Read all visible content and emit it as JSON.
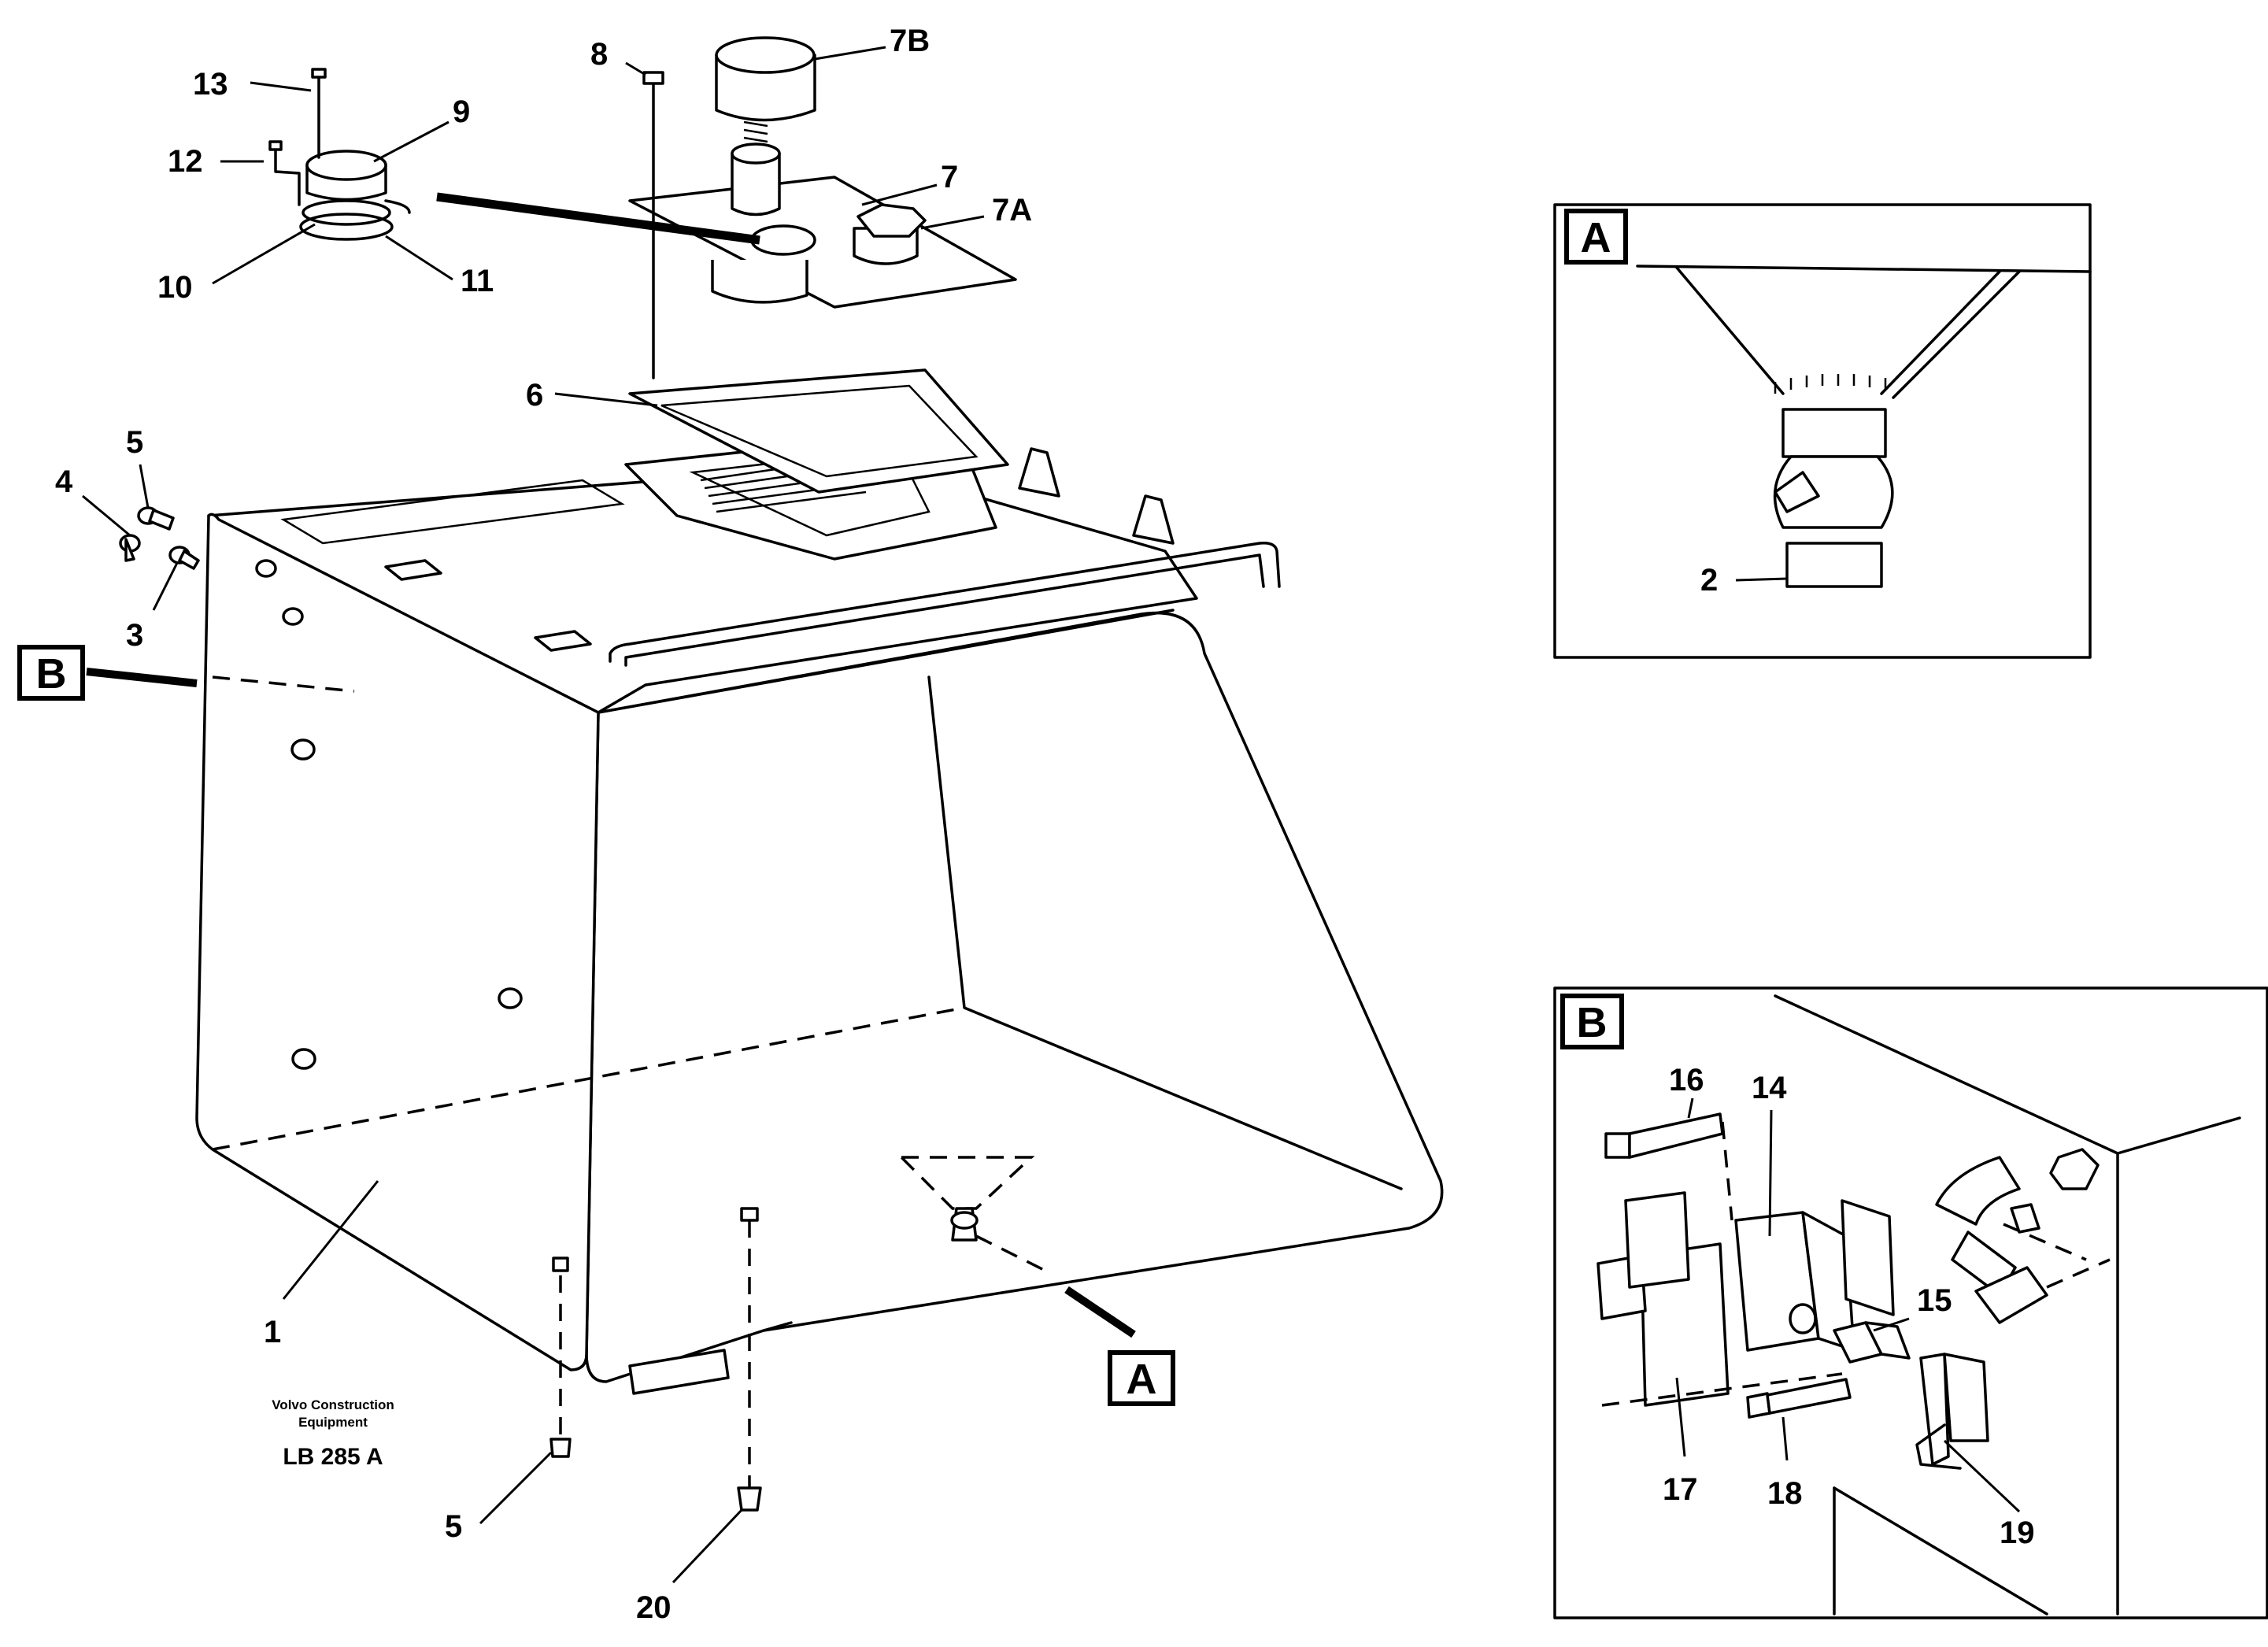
{
  "callouts": {
    "c13": "13",
    "c12": "12",
    "c9": "9",
    "c10": "10",
    "c11": "11",
    "c8": "8",
    "c7b": "7B",
    "c7": "7",
    "c7a": "7A",
    "c6": "6",
    "c5top": "5",
    "c4": "4",
    "c3": "3",
    "c1": "1",
    "c5bot": "5",
    "c20": "20",
    "c2": "2",
    "c16": "16",
    "c14": "14",
    "c15": "15",
    "c17": "17",
    "c18": "18",
    "c19": "19"
  },
  "view_labels": {
    "a_main": "A",
    "b_main": "B",
    "a_detail": "A",
    "b_detail": "B"
  },
  "caption": {
    "line1": "Volvo Construction",
    "line2": "Equipment",
    "code": "LB 285 A"
  }
}
